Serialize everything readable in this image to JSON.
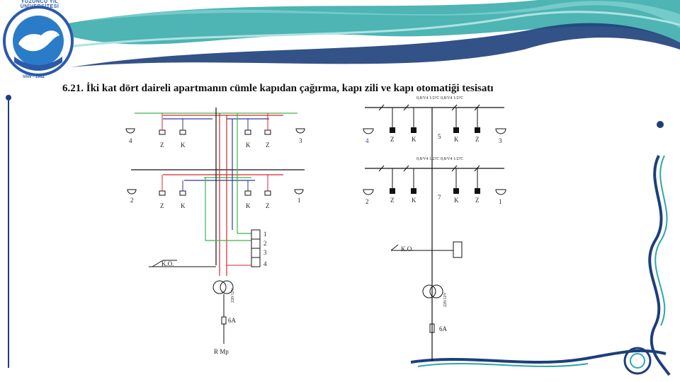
{
  "slide": {
    "title": "6.21. İki kat dört daireli apartmanın cümle kapıdan çağırma, kapı zili ve kapı otomatiği tesisatı"
  },
  "logo": {
    "text": "YÜZÜNCÜ YIL ÜNİVERSİTESİ",
    "year": "VAN - 1982"
  },
  "colors": {
    "accent_teal": "#2fa7a7",
    "accent_navy": "#1d3f7a",
    "wire_red": "#d0282e",
    "wire_green": "#3cb44b",
    "wire_blue": "#2b3a9c",
    "wire_black": "#111111"
  },
  "left_diagram": {
    "top_floor_labels": [
      "4",
      "Z",
      "K",
      "K",
      "Z",
      "3"
    ],
    "bottom_floor_labels": [
      "2",
      "Z",
      "K",
      "K",
      "Z",
      "1"
    ],
    "panel_numbers": [
      "1",
      "2",
      "3",
      "4"
    ],
    "ko_label": "K.O.",
    "transformer_label": "220/12V",
    "fuse_label": "6A",
    "source_label": "R Mp"
  },
  "right_diagram": {
    "top_floor_labels": [
      "4",
      "Z",
      "K",
      "K",
      "Z",
      "3"
    ],
    "bottom_floor_labels": [
      "2",
      "Z",
      "K",
      "K",
      "Z",
      "1"
    ],
    "cable_labels": [
      "0,8/V4 1/2?C",
      "0,8/V4 1/2?C",
      "0,8/V4 1/2?C",
      "0,8/V4 1/2?C"
    ],
    "riser_numbers": [
      "5",
      "7"
    ],
    "ko_label": "K.O.",
    "transformer_label": "220/12V",
    "fuse_label": "6A"
  }
}
